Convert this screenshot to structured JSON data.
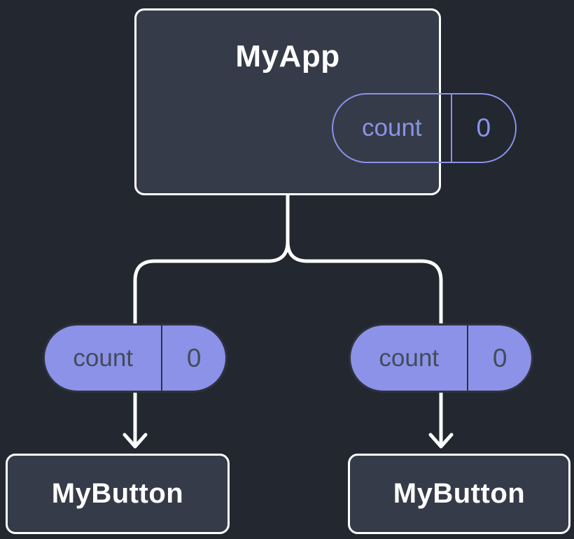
{
  "colors": {
    "background": "#23272F",
    "node-fill": "#353B48",
    "node-border": "#FFFFFF",
    "title-text": "#FFFFFF",
    "pill-outline": "#8A93E8",
    "pill-fill": "#8B92E8",
    "pill-border": "#2D323E",
    "pill-text": "#454B59",
    "connector": "#FFFFFF"
  },
  "root": {
    "label": "MyApp",
    "state": {
      "key": "count",
      "value": "0"
    }
  },
  "props": [
    {
      "key": "count",
      "value": "0"
    },
    {
      "key": "count",
      "value": "0"
    }
  ],
  "children": [
    {
      "label": "MyButton"
    },
    {
      "label": "MyButton"
    }
  ]
}
